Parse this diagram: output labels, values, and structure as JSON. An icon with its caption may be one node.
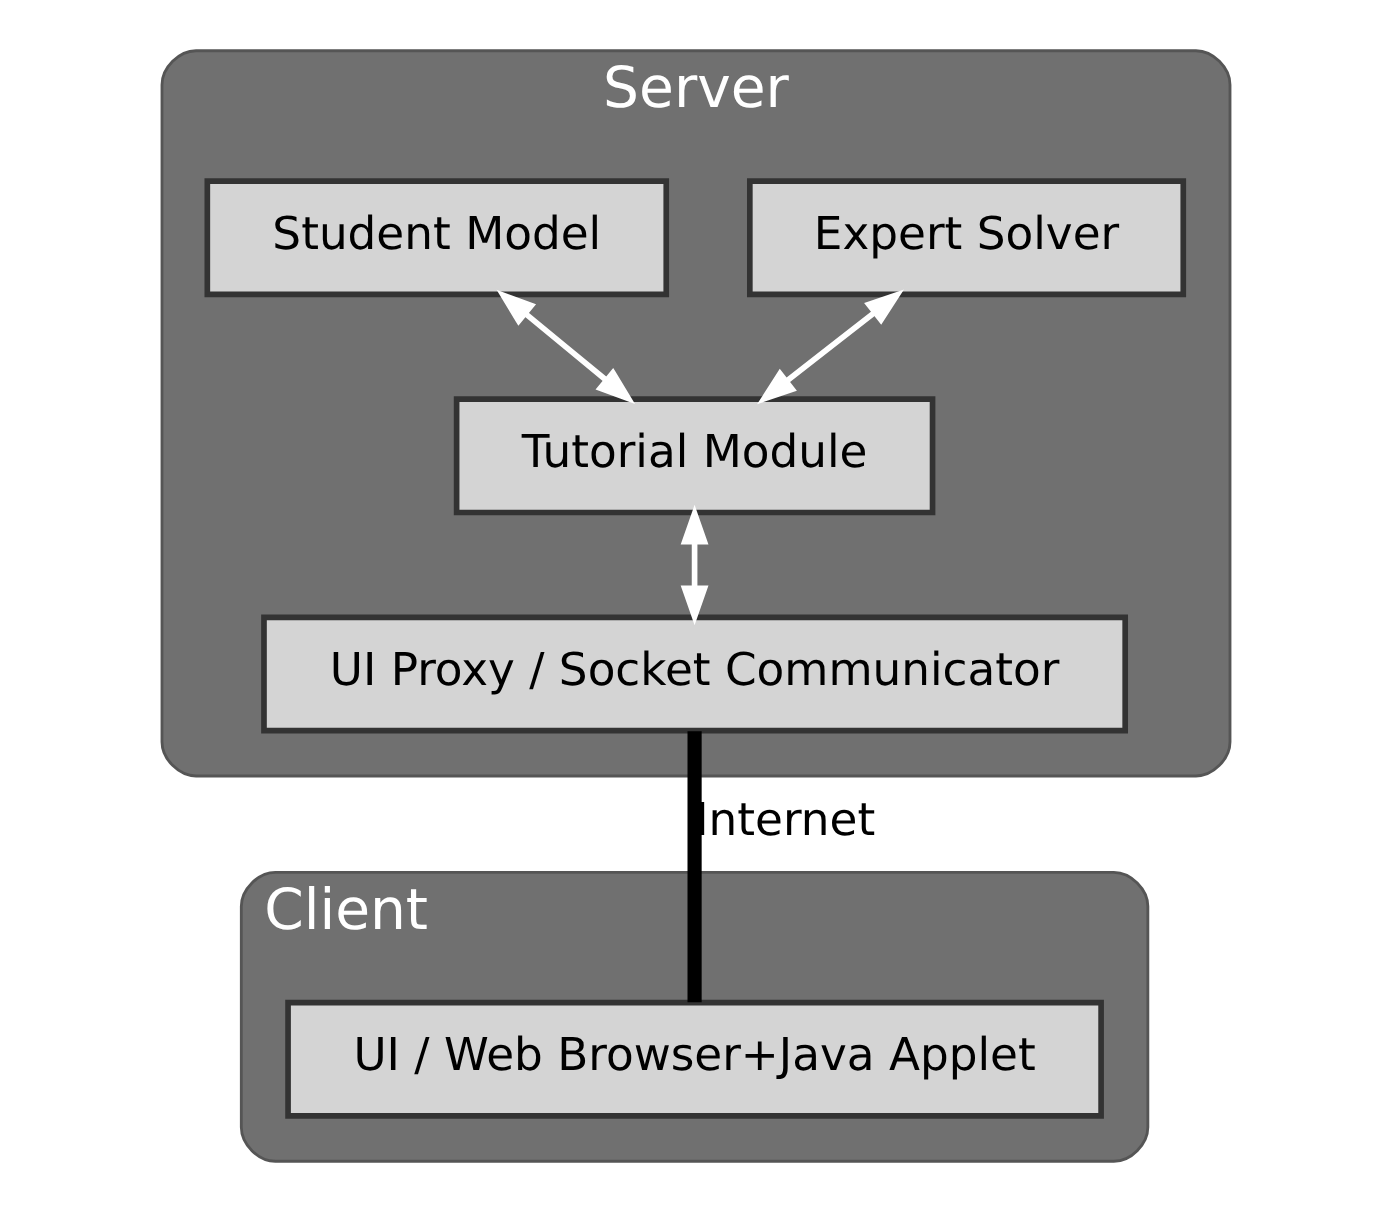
{
  "diagram": {
    "nodes": [
      {
        "text": [
          "Server"
        ]
      },
      {
        "text": [
          "Expert Solver"
        ],
        "in": 0
      },
      {
        "text": [
          "Student Model"
        ],
        "in": 0
      },
      {
        "text": [
          "Tutorial Module"
        ],
        "in": 0
      },
      {
        "text": [
          "UI Proxy / Socket Communicator"
        ],
        "in": 0
      },
      {
        "text": [
          "Client"
        ]
      },
      {
        "text": [
          "UI / Web Browser+Java Applet"
        ],
        "in": 5
      }
    ],
    "edges": [
      {
        "from": 1,
        "to": 3,
        "arrow": "both"
      },
      {
        "from": 2,
        "to": 3,
        "arrow": "both"
      },
      {
        "from": 3,
        "to": 4,
        "arrow": "both"
      },
      {
        "from": 4,
        "to": 6,
        "arrow": "none",
        "label": "Internet",
        "style": "thick",
        "color": "#000000"
      }
    ]
  }
}
